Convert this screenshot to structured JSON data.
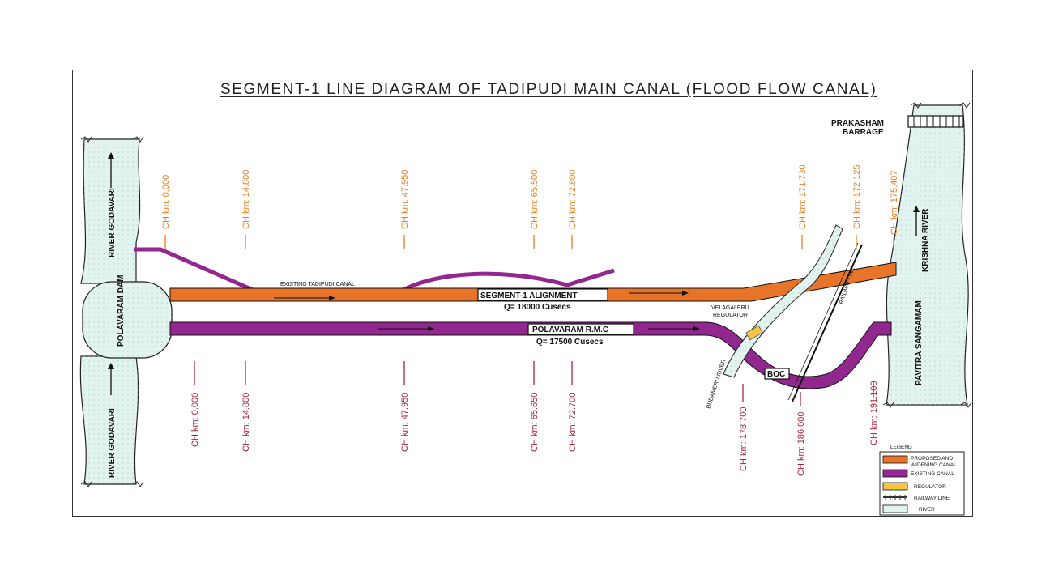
{
  "title": "SEGMENT-1 LINE DIAGRAM OF TADIPUDI MAIN CANAL (FLOOD FLOW CANAL)",
  "labels": {
    "river_godavari_top": "RIVER GODAVARI",
    "river_godavari_bottom": "RIVER GODAVARI",
    "polavaram_dam": "POLAVARAM DAM",
    "existing_tadipudi_canal": "EXISTING TADIPUDI CANAL",
    "segment_alignment": "SEGMENT-1 ALIGNMENT",
    "segment_flow": "Q= 18000 Cusecs",
    "polavaram_rmc": "POLAVARAM R.M.C",
    "rmc_flow": "Q= 17500 Cusecs",
    "prakasham_barrage_1": "PRAKASHAM",
    "prakasham_barrage_2": "BARRAGE",
    "krishna_river": "KRISHNA RIVER",
    "pavitra_sangamam": "PAVITRA SANGAMAM",
    "velagaleru_1": "VELAGALERU",
    "velagaleru_2": "REGULATOR",
    "budameru_river": "BUDAMERU RIVER",
    "railway_line": "RAILWAY LINE",
    "boc": "BOC"
  },
  "chainages_top": [
    "CH km: 0.000",
    "CH km: 14.800",
    "CH km: 47.950",
    "CH km: 65.500",
    "CH km: 72.800",
    "CH km: 171.730",
    "CH km: 172.125",
    "CH km: 175.407"
  ],
  "chainages_bottom": [
    "CH km: 0.000",
    "CH km: 14.800",
    "CH km: 47.950",
    "CH km: 65.650",
    "CH km: 72.700",
    "CH km: 178.700",
    "CH km: 186.000",
    "CH km: 191.100"
  ],
  "legend": {
    "heading": "LEGEND",
    "items": [
      {
        "label_1": "PROPOSED AND",
        "label_2": "WIDENING CANAL",
        "color": "#e8742a"
      },
      {
        "label_1": "EXISTING CANAL",
        "label_2": "",
        "color": "#92278f"
      },
      {
        "label_1": "REGULATOR",
        "label_2": "",
        "color": "#f6c548"
      },
      {
        "label_1": "RAILWAY LINE",
        "label_2": "",
        "color": "#333333"
      },
      {
        "label_1": "RIVER",
        "label_2": "",
        "color": "#e3f4f0"
      }
    ]
  },
  "colors": {
    "proposed_canal": "#e8742a",
    "existing_canal": "#92278f",
    "river_fill": "#e3f4f0",
    "regulator": "#f6c548",
    "chainage_top": "#e67e22",
    "chainage_bottom": "#a3263b"
  }
}
